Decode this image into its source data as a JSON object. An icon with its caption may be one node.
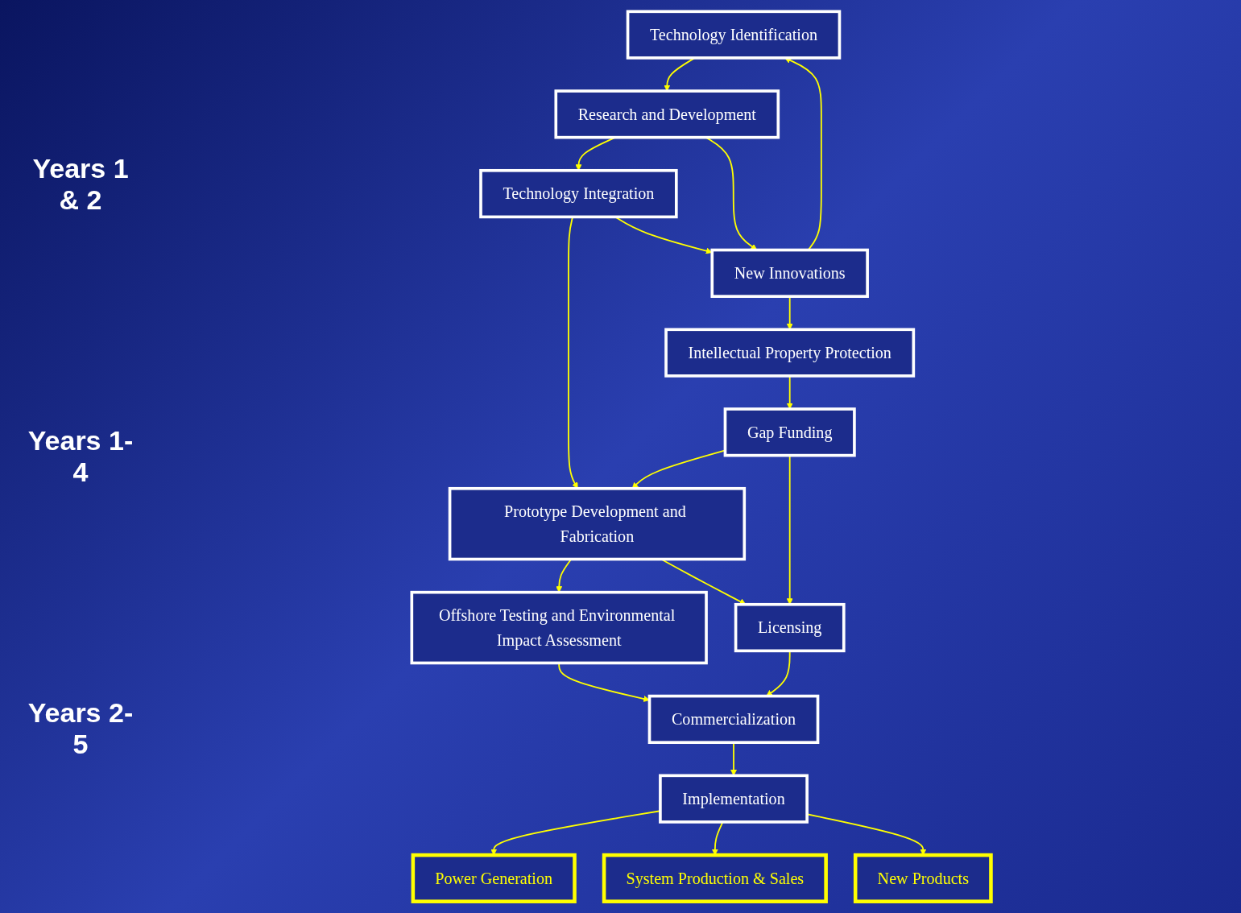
{
  "diagram": {
    "nodes": [
      {
        "text": [
          "Technology Identification"
        ]
      },
      {
        "text": [
          "Research and Development"
        ]
      },
      {
        "text": [
          "Technology Integration"
        ]
      },
      {
        "text": [
          "Prototype Development and Fabrication"
        ]
      },
      {
        "text": [
          "Offshore Testing and Environmental Impact Assessment"
        ]
      },
      {
        "text": [
          "Commercialization"
        ]
      },
      {
        "text": [
          "Implementation"
        ]
      },
      {
        "text": [
          "New Innovations"
        ]
      },
      {
        "text": [
          "Intellectual Property Protection"
        ]
      },
      {
        "text": [
          "Gap Funding"
        ]
      },
      {
        "text": [
          "Licensing"
        ]
      },
      {
        "text": [
          "Power Generation"
        ]
      },
      {
        "text": [
          "System Production & Sales"
        ]
      },
      {
        "text": [
          "New Products"
        ]
      }
    ],
    "edges": [
      {
        "from": 0,
        "to": 1,
        "arrow": "to"
      },
      {
        "from": 1,
        "to": 2,
        "arrow": "to"
      },
      {
        "from": 2,
        "to": 3,
        "arrow": "to"
      },
      {
        "from": 3,
        "to": 4,
        "arrow": "to"
      },
      {
        "from": 4,
        "to": 5,
        "arrow": "to"
      },
      {
        "from": 5,
        "to": 6,
        "arrow": "to"
      },
      {
        "from": 1,
        "to": 7,
        "arrow": "to"
      },
      {
        "from": 2,
        "to": 7,
        "arrow": "to"
      },
      {
        "from": 7,
        "to": 0,
        "arrow": "to"
      },
      {
        "from": 7,
        "to": 8,
        "arrow": "to"
      },
      {
        "from": 8,
        "to": 9,
        "arrow": "to"
      },
      {
        "from": 9,
        "to": 3,
        "arrow": "to"
      },
      {
        "from": 9,
        "to": 10,
        "arrow": "to"
      },
      {
        "from": 3,
        "to": 10,
        "arrow": "to"
      },
      {
        "from": 10,
        "to": 5,
        "arrow": "to"
      },
      {
        "from": 6,
        "to": 11,
        "arrow": "to"
      },
      {
        "from": 6,
        "to": 12,
        "arrow": "to"
      },
      {
        "from": 6,
        "to": 13,
        "arrow": "to"
      }
    ],
    "labels": [
      "Years 1 & 2",
      "Years 1- 4",
      "Years 2- 5"
    ]
  }
}
